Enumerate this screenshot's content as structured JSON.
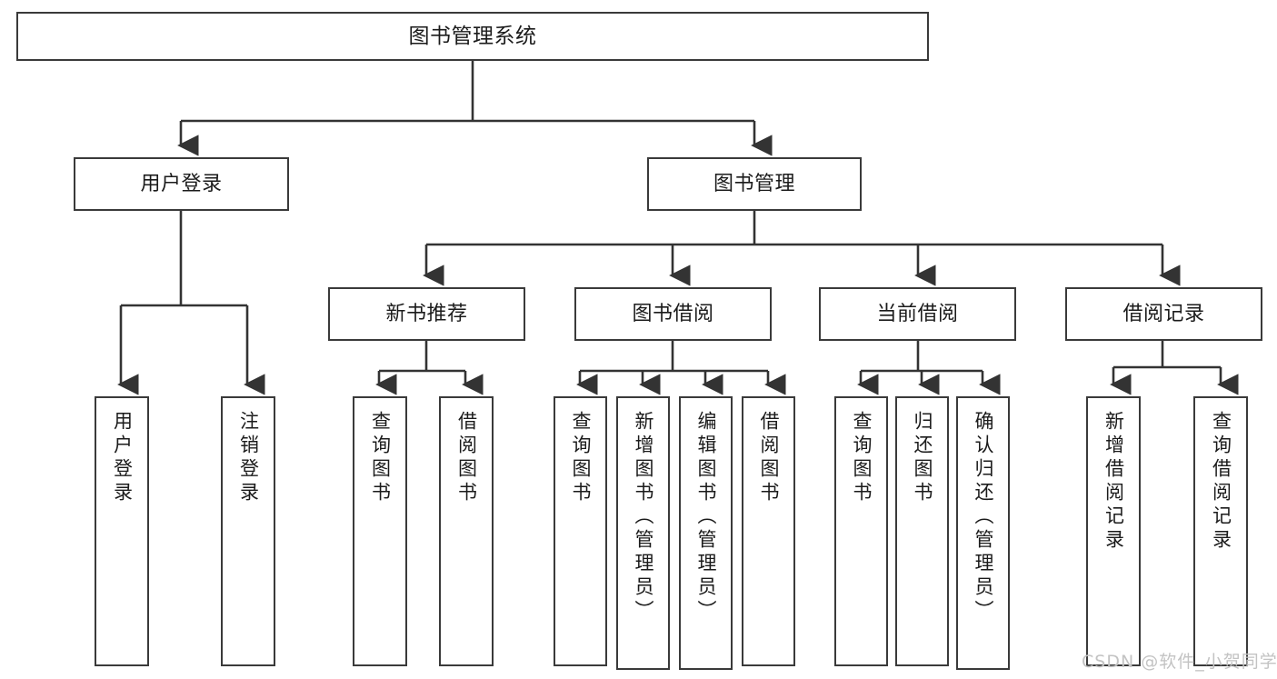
{
  "diagram": {
    "title": "图书管理系统",
    "type": "tree-hierarchy-diagram",
    "watermark": "CSDN @软件_小贺同学",
    "colors": {
      "box_border": "#3a3a3a",
      "box_fill": "#ffffff",
      "line": "#333333",
      "text": "#1b1b1b",
      "watermark": "#c3c3c3",
      "background": "#ffffff"
    },
    "nodes": {
      "root": {
        "label": "图书管理系统"
      },
      "level2": [
        {
          "id": "user-login",
          "label": "用户登录"
        },
        {
          "id": "book-manage",
          "label": "图书管理"
        }
      ],
      "level3": [
        {
          "id": "new-book-recommend",
          "label": "新书推荐"
        },
        {
          "id": "book-borrow",
          "label": "图书借阅"
        },
        {
          "id": "current-borrow",
          "label": "当前借阅"
        },
        {
          "id": "borrow-record",
          "label": "借阅记录"
        }
      ],
      "leaves": {
        "user-login": [
          {
            "id": "leaf-user-login",
            "label": "用户登录"
          },
          {
            "id": "leaf-logout",
            "label": "注销登录"
          }
        ],
        "new-book-recommend": [
          {
            "id": "leaf-query-book-1",
            "label": "查询图书"
          },
          {
            "id": "leaf-borrow-book-1",
            "label": "借阅图书"
          }
        ],
        "book-borrow": [
          {
            "id": "leaf-query-book-2",
            "label": "查询图书"
          },
          {
            "id": "leaf-add-book",
            "label": "新增图书（管理员）"
          },
          {
            "id": "leaf-edit-book",
            "label": "编辑图书（管理员）"
          },
          {
            "id": "leaf-borrow-book-2",
            "label": "借阅图书"
          }
        ],
        "current-borrow": [
          {
            "id": "leaf-query-book-3",
            "label": "查询图书"
          },
          {
            "id": "leaf-return-book",
            "label": "归还图书"
          },
          {
            "id": "leaf-confirm-return",
            "label": "确认归还（管理员）"
          }
        ],
        "borrow-record": [
          {
            "id": "leaf-add-record",
            "label": "新增借阅记录"
          },
          {
            "id": "leaf-query-record",
            "label": "查询借阅记录"
          }
        ]
      }
    }
  }
}
